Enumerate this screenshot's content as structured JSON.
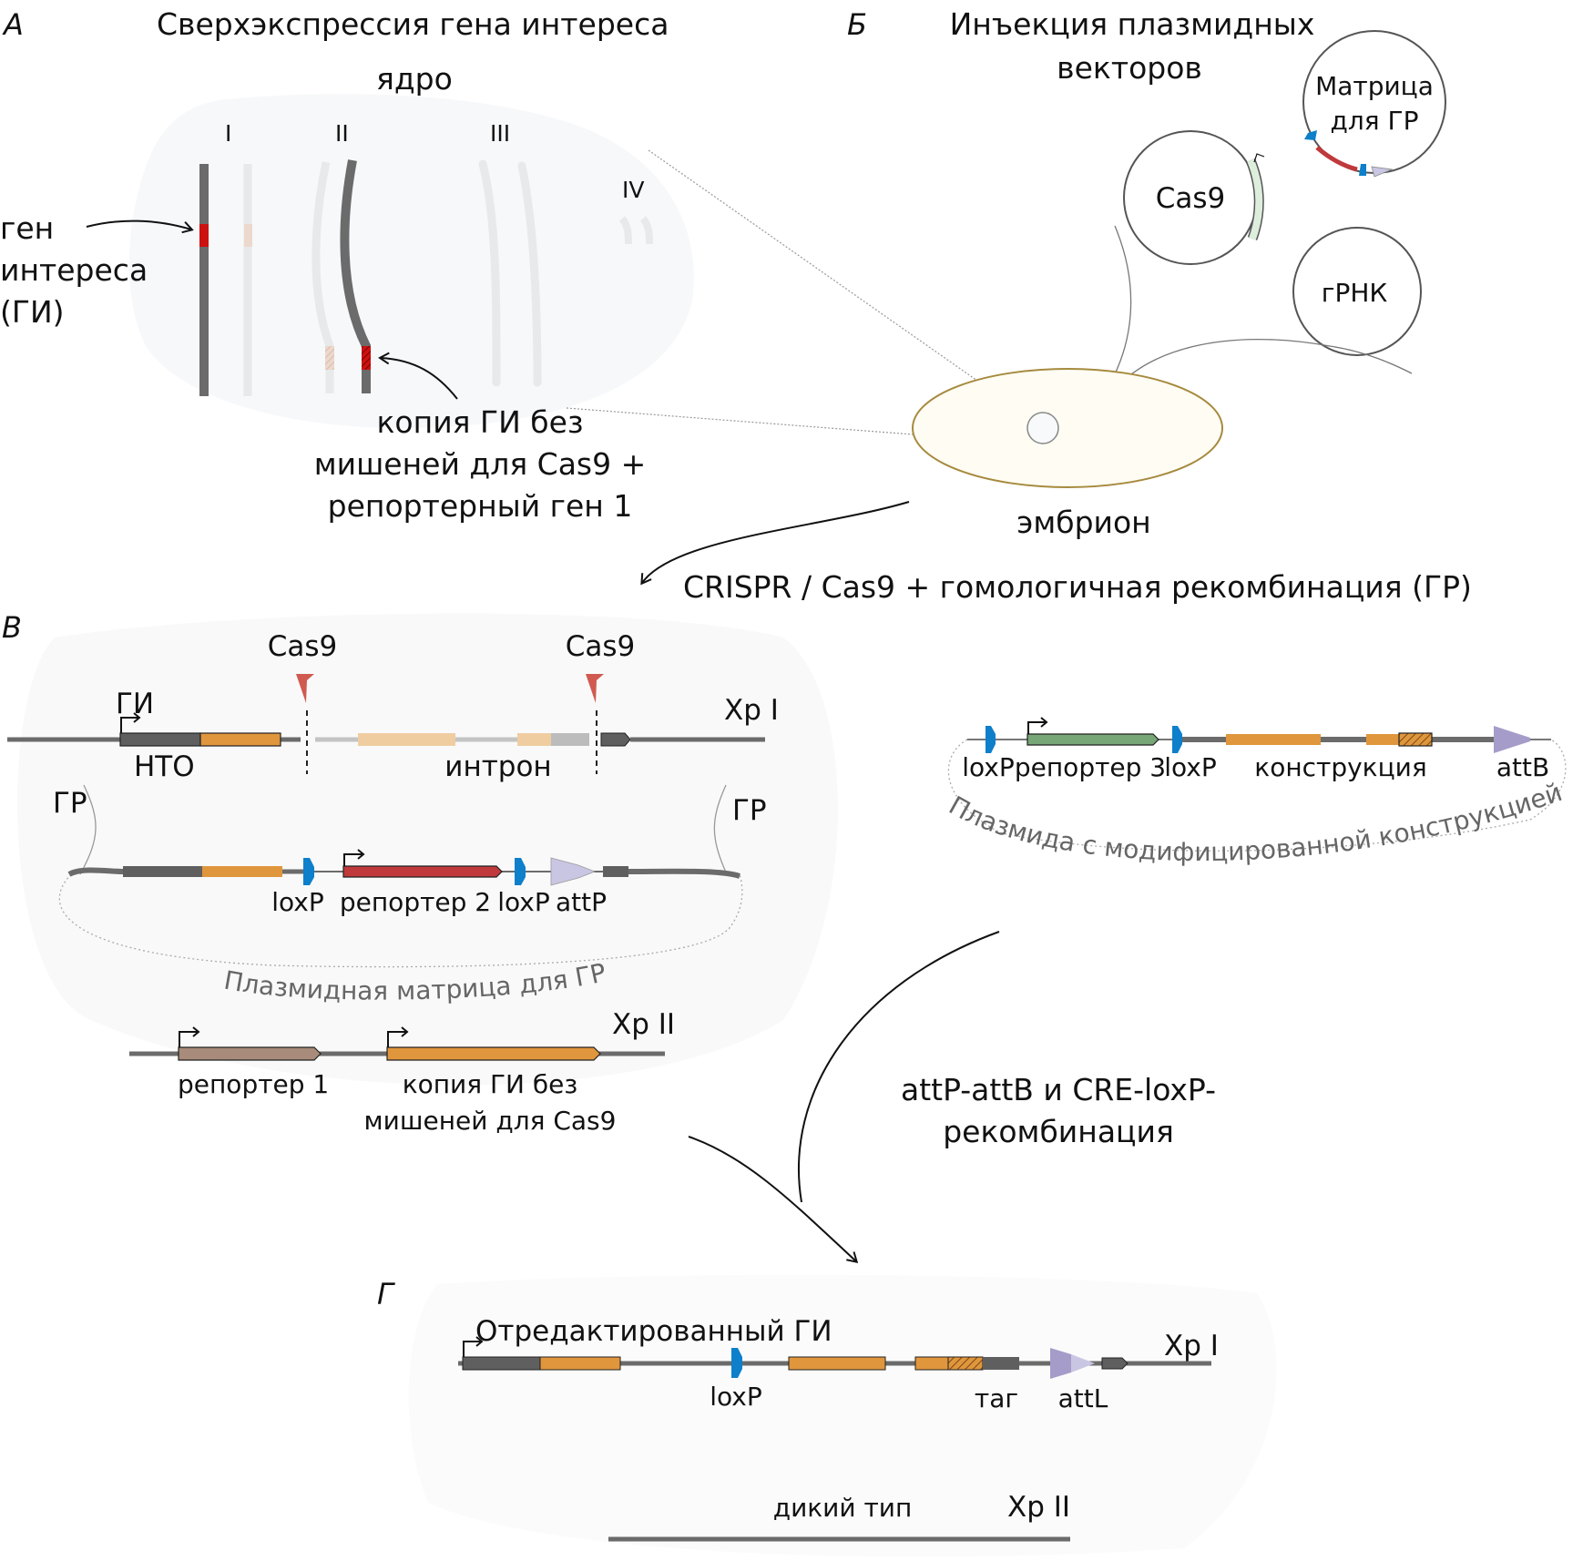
{
  "panelA": {
    "letter": "А",
    "title": "Сверхэкспрессия гена интереса",
    "nucleus_label": "ядро",
    "chromosomes": [
      "I",
      "II",
      "III",
      "IV"
    ],
    "gene_label": [
      "ген",
      "интереса",
      "(ГИ)"
    ],
    "copy_label": [
      "копия ГИ без",
      "мишеней для Cas9 +",
      "репортерный ген 1"
    ]
  },
  "panelB": {
    "letter": "Б",
    "title": [
      "Инъекция плазмидных",
      "векторов"
    ],
    "plasmids": {
      "cas9": "Cas9",
      "grna": "гРНК",
      "template": [
        "Матрица",
        "для ГР"
      ]
    },
    "embryo_label": "эмбрион",
    "step_label": "CRISPR / Cas9 + гомологичная рекомбинация (ГР)"
  },
  "panelV": {
    "letter": "В",
    "cas9_labels": [
      "Cas9",
      "Cas9"
    ],
    "gene_label": "ГИ",
    "nto_label": "НТО",
    "intron_label": "интрон",
    "chr1_label": "Хр I",
    "hr_labels": [
      "ГР",
      "ГР"
    ],
    "template_features": [
      "loxP",
      "репортер 2",
      "loxP",
      "attP"
    ],
    "template_plasmid_label": "Плазмидная матрица для ГР",
    "chr2_label": "Хр II",
    "chr2_features": [
      "репортер 1",
      "копия ГИ без",
      "мишеней для Cas9"
    ]
  },
  "construct": {
    "features": [
      "loxP",
      "репортер 3",
      "loxP",
      "конструкция",
      "attB"
    ],
    "plasmid_label": "Плазмида с модифицированной конструкцией"
  },
  "recombination": {
    "label": [
      "attP-attB и CRE-loxP-",
      "рекомбинация"
    ]
  },
  "panelG": {
    "letter": "Г",
    "edited_label": "Отредактированный ГИ",
    "chr1_label": "Хр I",
    "features": [
      "loxP",
      "таг",
      "attL"
    ],
    "wildtype_label": "дикий тип",
    "chr2_label": "Хр II"
  },
  "colors": {
    "dna_line": "#6b6b6b",
    "exon_orange": "#e0963c",
    "utr_dark": "#5f5f5f",
    "reporter1": "#a88b7a",
    "reporter2": "#c0393b",
    "reporter3": "#77a677",
    "loxP": "#0d7fcb",
    "attP": "#c9c6e3",
    "attB": "#a59cc9",
    "cas9_arrow": "#d05a50",
    "gene_red": "#cc1111",
    "embryo_fill": "#fffdf3",
    "embryo_stroke": "#a68a3e",
    "nucleus_bg": "#f8f9fb"
  }
}
